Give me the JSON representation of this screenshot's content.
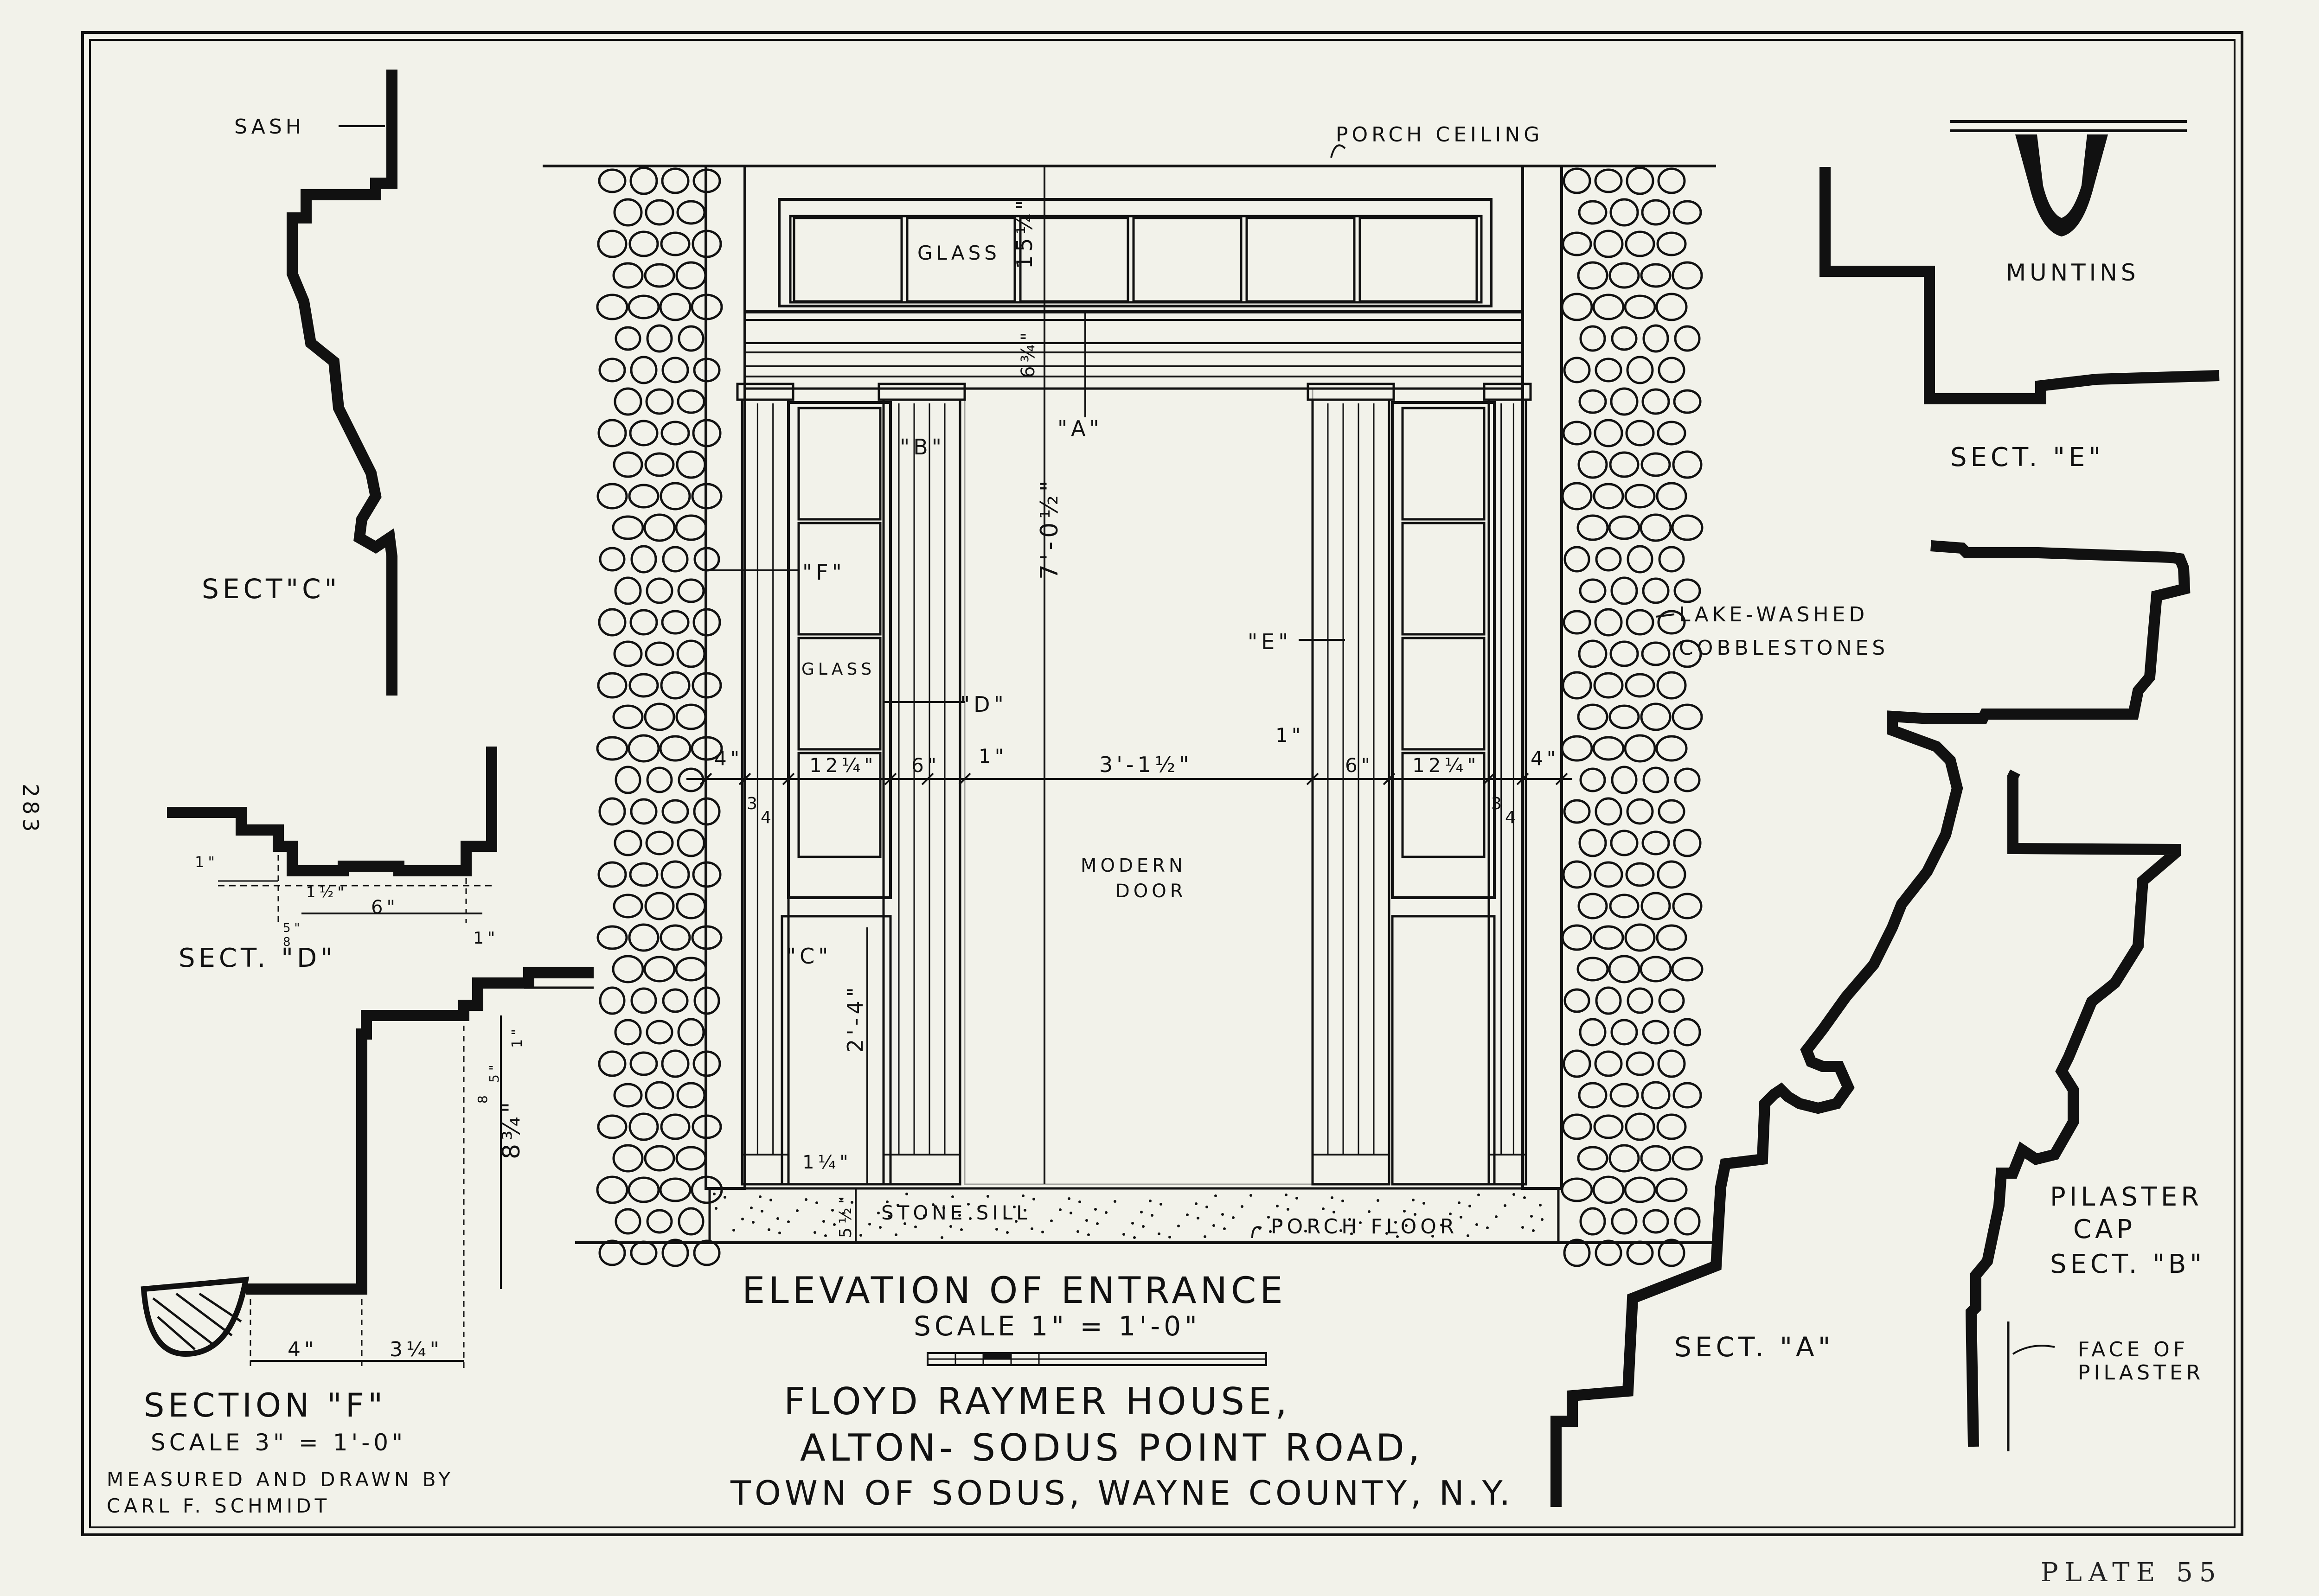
{
  "page": {
    "side_number": "283",
    "plate": "PLATE    55"
  },
  "title_block": {
    "elevation_title": "ELEVATION OF ENTRANCE",
    "elevation_scale": "SCALE 1\" = 1'-0\"",
    "house_name": "FLOYD RAYMER HOUSE,",
    "road": "ALTON- SODUS POINT ROAD,",
    "town": "TOWN OF SODUS, WAYNE COUNTY, N.Y.",
    "credit_line1": "MEASURED AND DRAWN BY",
    "credit_line2": "CARL F. SCHMIDT"
  },
  "elevation": {
    "porch_ceiling": "PORCH CEILING",
    "porch_floor": "PORCH FLOOR",
    "stone_sill": "STONE SILL",
    "transom_glass": "GLASS",
    "sidelight_glass": "GLASS",
    "modern_door_1": "MODERN",
    "modern_door_2": "DOOR",
    "cobble_1": "LAKE-WASHED",
    "cobble_2": "COBBLESTONES",
    "callouts": {
      "a": "\"A\"",
      "b": "\"B\"",
      "c": "\"C\"",
      "d": "\"D\"",
      "e": "\"E\"",
      "f": "\"F\""
    },
    "dims": {
      "transom_h": "15¼\"",
      "frieze_h": "6¾\"",
      "door_h": "7'-0½\"",
      "panel_h": "2'-4\"",
      "plinth": "1¼\"",
      "sill_h": "5½\"",
      "left_4": "4\"",
      "left_3_1": "3",
      "left_3_2": "4",
      "left_12": "12¼\"",
      "left_6": "6\"",
      "left_1": "1\"",
      "door_w": "3'-1½\"",
      "right_1": "1\"",
      "right_6": "6\"",
      "right_12": "12¼\"",
      "right_3_1": "3",
      "right_3_2": "4",
      "right_4": "4\""
    }
  },
  "sect_c": {
    "label": "SECT\"C\"",
    "sash": "SASH"
  },
  "sect_d": {
    "label": "SECT. \"D\"",
    "d1": "1\"",
    "d2": "1½\"",
    "d3": "5\"",
    "d4": "8",
    "d5": "6\"",
    "d6": "1\""
  },
  "sect_f": {
    "label": "SECTION \"F\"",
    "scale": "SCALE 3\" = 1'-0\"",
    "d_4": "4\"",
    "d_34": "3¼\"",
    "d_834": "8¾\"",
    "d_58a": "5\"",
    "d_58b": "8",
    "d_1": "1\""
  },
  "sect_e": {
    "muntins": "MUNTINS",
    "label": "SECT. \"E\""
  },
  "sect_a": {
    "label": "SECT. \"A\""
  },
  "sect_b": {
    "line1": "PILASTER",
    "line2": "CAP",
    "line3": "SECT. \"B\"",
    "face1": "FACE OF",
    "face2": "PILASTER"
  }
}
